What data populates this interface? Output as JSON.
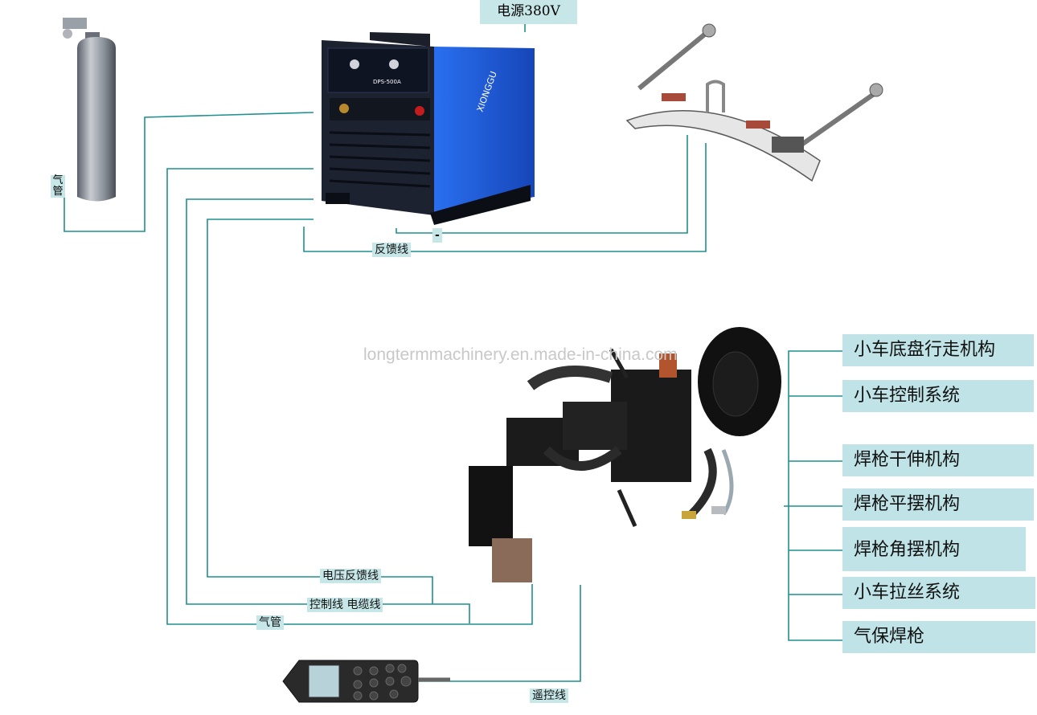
{
  "labels": {
    "power": "电源380V",
    "gas_pipe_vertical": "气管",
    "feedback_line": "反馈线",
    "minus": "-",
    "voltage_feedback": "电压反馈线",
    "control_cable": "控制线 电缆线",
    "gas_pipe": "气管",
    "remote_line": "遥控线"
  },
  "watermark": "longtermmachinery.en.made-in-china.com",
  "parts": [
    "小车底盘行走机构",
    "小车控制系统",
    "焊枪干伸机构",
    "焊枪平摆机构",
    "焊枪角摆机构",
    "小车拉丝系统",
    "气保焊枪"
  ],
  "machine": {
    "model": "DPS-500A",
    "brand": "XIONGGU"
  },
  "colors": {
    "line": "#1f8f8f",
    "label_bg": "#c6e6e8",
    "machine_blue": "#1f5fd8"
  }
}
